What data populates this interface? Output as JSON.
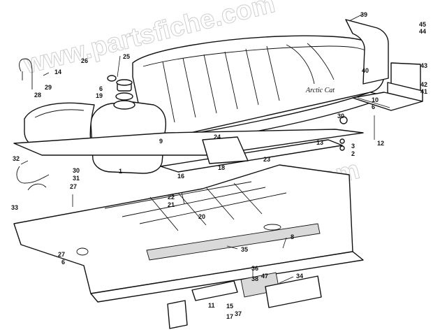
{
  "watermark": "www.partsfiche.com",
  "hood_decal": "Arctic Cat",
  "callouts": [
    "1",
    "2",
    "3",
    "6",
    "6",
    "6",
    "8",
    "9",
    "10",
    "11",
    "12",
    "13",
    "14",
    "15",
    "16",
    "17",
    "18",
    "19",
    "20",
    "21",
    "22",
    "23",
    "24",
    "25",
    "26",
    "27",
    "27",
    "28",
    "29",
    "30",
    "30",
    "31",
    "32",
    "33",
    "34",
    "35",
    "36",
    "37",
    "38",
    "39",
    "40",
    "41",
    "42",
    "43",
    "44",
    "45",
    "47"
  ]
}
